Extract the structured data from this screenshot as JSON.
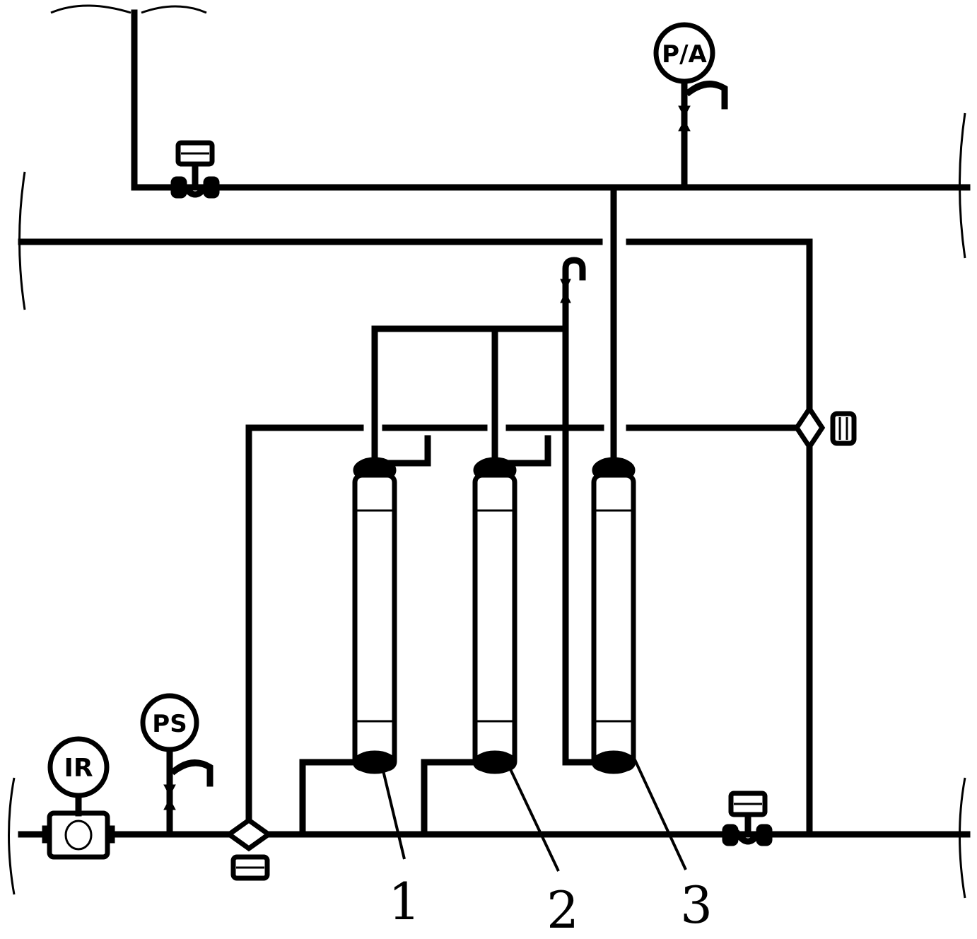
{
  "diagram": {
    "instruments": {
      "top": "P/A",
      "pressure": "PS",
      "flow": "IR"
    },
    "labels": {
      "col1": "1",
      "col2": "2",
      "col3": "3"
    }
  }
}
